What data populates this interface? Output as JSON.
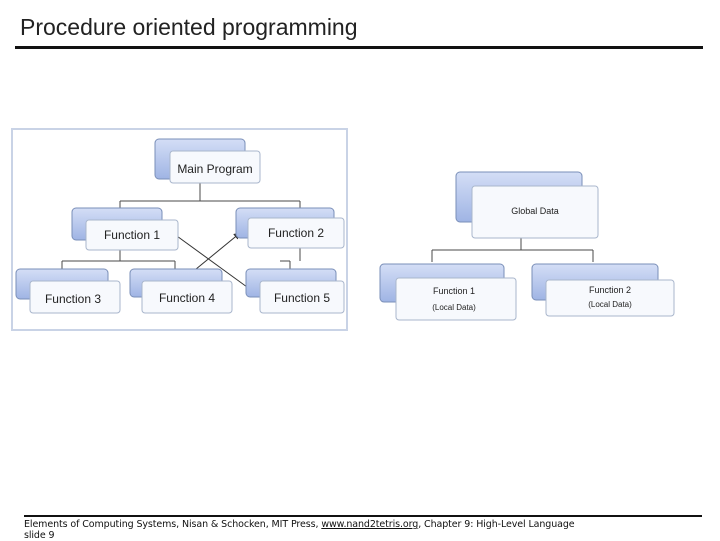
{
  "slide": {
    "title": "Procedure oriented programming",
    "footer_prefix": "Elements of Computing Systems, Nisan & Schocken, MIT Press,",
    "footer_link": "www.nand2tetris.org",
    "footer_suffix": ", Chapter 9: High-Level Language",
    "footer_slide": "slide 9"
  },
  "diagram_left": {
    "main": "Main Program",
    "f1": "Function 1",
    "f2": "Function 2",
    "f3": "Function 3",
    "f4": "Function 4",
    "f5": "Function 5"
  },
  "diagram_right": {
    "global": "Global Data",
    "f1": "Function 1",
    "f1_sub": "(Local Data)",
    "f2": "Function 2",
    "f2_sub": "(Local Data)"
  },
  "colors": {
    "box_blue": "#b8c9ee",
    "box_border": "#7a8fb8",
    "line": "#4a4a4a"
  }
}
